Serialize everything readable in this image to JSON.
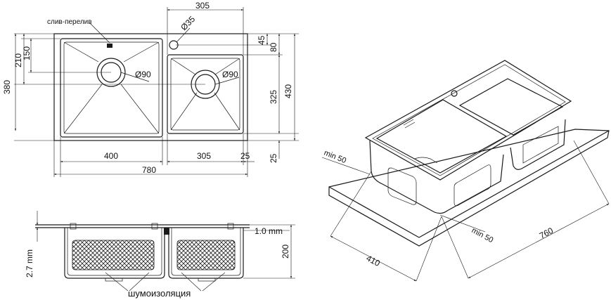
{
  "top_view": {
    "overflow_label": "слив-перелив",
    "dims": {
      "d305_top": "305",
      "d35": "Ø35",
      "d45": "45",
      "d80": "80",
      "d150": "150",
      "d210": "210",
      "d380": "380",
      "d325": "325",
      "d430": "430",
      "d90_left": "Ø90",
      "d90_right": "Ø90",
      "d400": "400",
      "d305_bottom": "305",
      "d25_bottom": "25",
      "d25_right": "25",
      "d780": "780"
    }
  },
  "side_view": {
    "d27": "2.7 mm",
    "d10": "1.0 mm",
    "d200": "200",
    "insulation_label": "шумоизоляция"
  },
  "iso_view": {
    "min50_left": "min 50",
    "min50_right": "min 50",
    "d410": "410",
    "d760": "760"
  }
}
